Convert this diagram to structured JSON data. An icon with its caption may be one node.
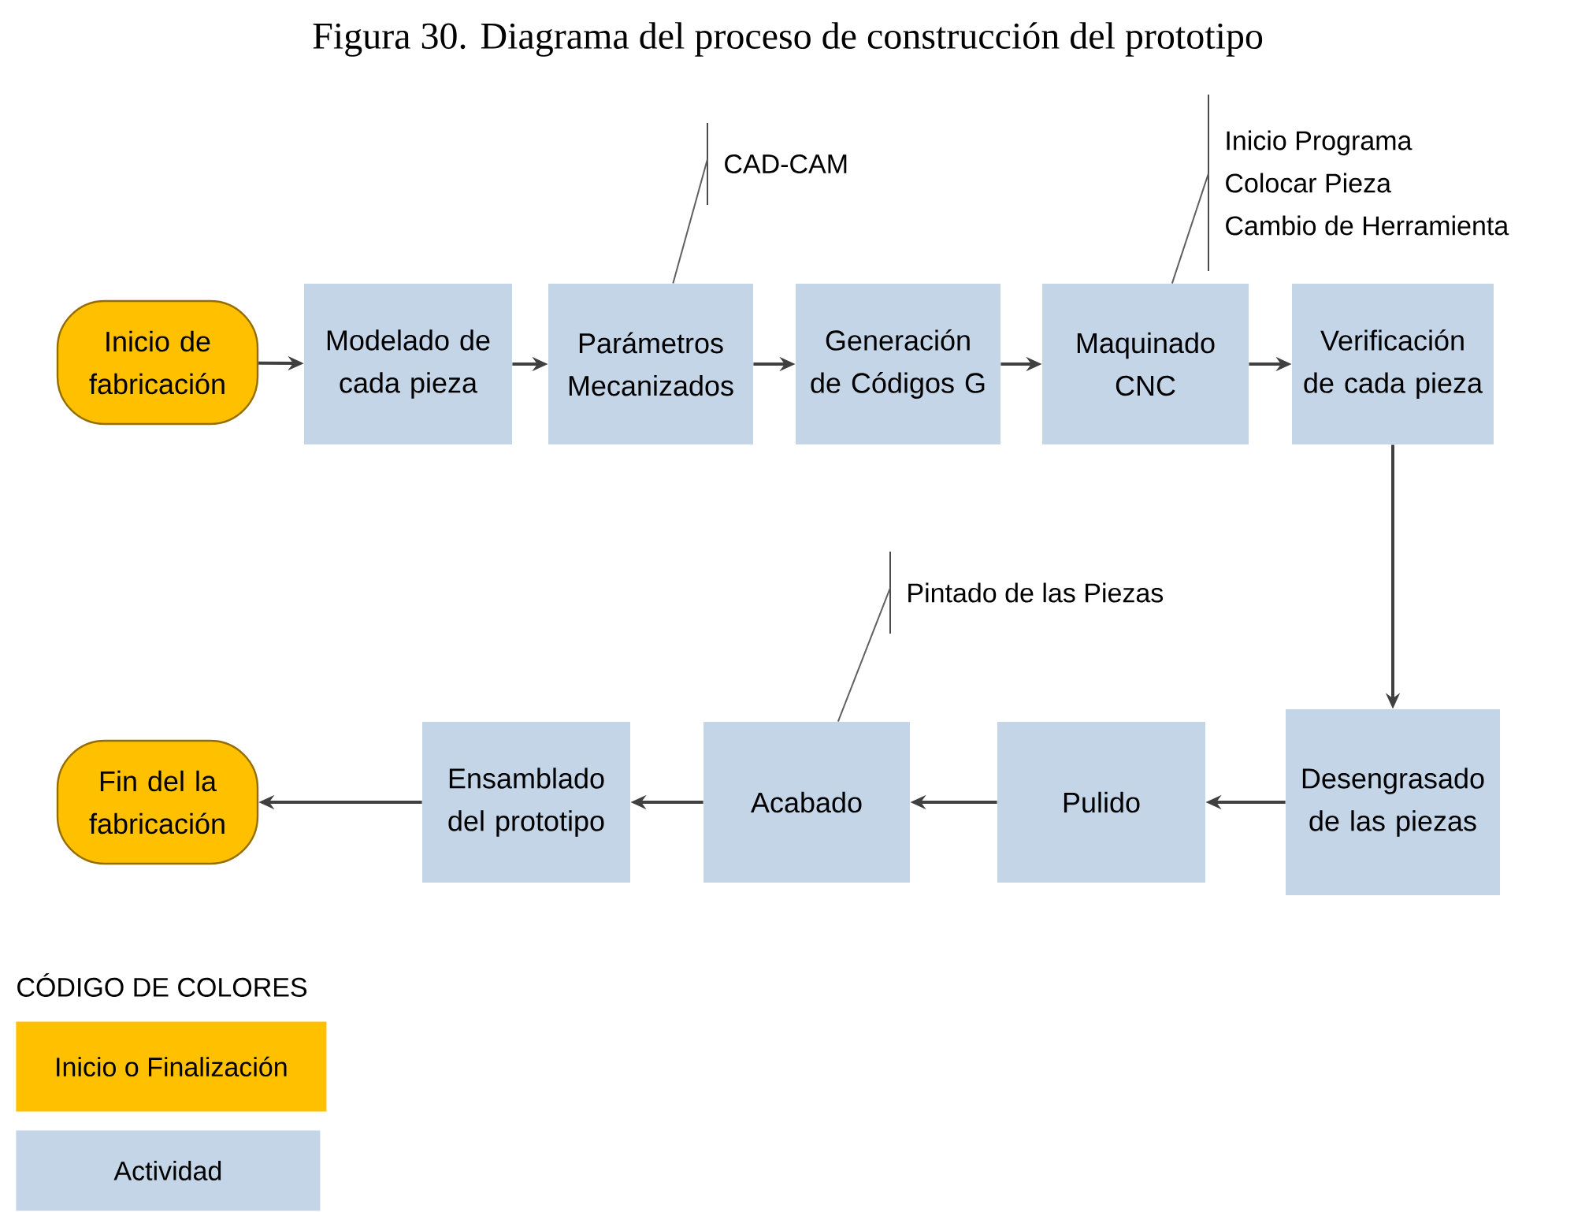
{
  "diagram": {
    "title": "Figura 30. Diagrama del proceso de construcción del prototipo",
    "nodes": [
      {
        "text": [
          "Inicio de fabricación"
        ]
      },
      {
        "text": [
          "Modelado de cada pieza"
        ]
      },
      {
        "text": [
          "Parámetros Mecanizados"
        ]
      },
      {
        "text": [
          "Generación de Códigos G"
        ]
      },
      {
        "text": [
          "Maquinado CNC"
        ]
      },
      {
        "text": [
          "Verificación de cada pieza"
        ]
      },
      {
        "text": [
          "Desengrasado de las piezas"
        ]
      },
      {
        "text": [
          "Pulido"
        ]
      },
      {
        "text": [
          "Acabado"
        ]
      },
      {
        "text": [
          "Ensamblado del prototipo"
        ]
      },
      {
        "text": [
          "Fin del la fabricación"
        ]
      },
      {
        "text": [
          "CAD-CAM"
        ]
      },
      {
        "text": [
          "Inicio Programa",
          "Colocar Pieza",
          "Cambio de Herramienta"
        ]
      },
      {
        "text": [
          "Pintado de las Piezas"
        ]
      }
    ],
    "edges": [
      {
        "from": 0,
        "to": 1,
        "arrow": "to"
      },
      {
        "from": 1,
        "to": 2,
        "arrow": "to"
      },
      {
        "from": 2,
        "to": 3,
        "arrow": "to"
      },
      {
        "from": 3,
        "to": 4,
        "arrow": "to"
      },
      {
        "from": 4,
        "to": 5,
        "arrow": "to"
      },
      {
        "from": 5,
        "to": 6,
        "arrow": "to"
      },
      {
        "from": 6,
        "to": 7,
        "arrow": "to"
      },
      {
        "from": 7,
        "to": 8,
        "arrow": "to"
      },
      {
        "from": 8,
        "to": 9,
        "arrow": "to"
      },
      {
        "from": 9,
        "to": 10,
        "arrow": "to"
      },
      {
        "from": 11,
        "to": 2,
        "arrow": "none"
      },
      {
        "from": 12,
        "to": 4,
        "arrow": "none"
      },
      {
        "from": 13,
        "to": 8,
        "arrow": "none"
      }
    ],
    "labels": [
      "CÓDIGO DE COLORES"
    ],
    "legend": [
      {
        "text": "Inicio o Finalización",
        "color": "#ffc000"
      },
      {
        "text": "Actividad",
        "color": "#c5d5e8"
      }
    ]
  }
}
